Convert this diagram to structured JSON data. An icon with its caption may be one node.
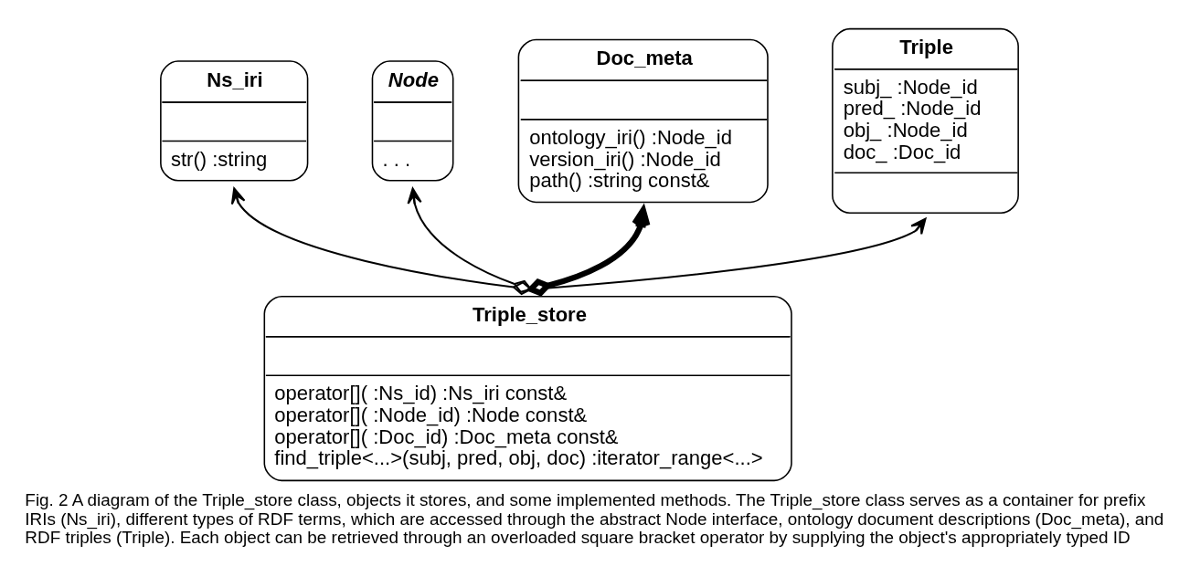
{
  "diagram": {
    "caption": "Fig. 2 A diagram of the Triple_store class, objects it stores, and some implemented methods. The Triple_store class serves as a container for prefix IRIs (Ns_iri), different types of RDF terms, which are accessed through the abstract Node interface, ontology document descriptions (Doc_meta), and RDF triples (Triple). Each object can be retrieved through an overloaded square bracket operator by supplying the object's appropriately typed ID",
    "nodes": [
      {
        "text": [
          "Ns_iri",
          "str() :string"
        ]
      },
      {
        "text": [
          "Node",
          ". . ."
        ]
      },
      {
        "text": [
          "Doc_meta",
          "ontology_iri() :Node_id",
          "version_iri() :Node_id",
          "path() :string const&"
        ]
      },
      {
        "text": [
          "Triple",
          "subj_ :Node_id",
          "pred_ :Node_id",
          "obj_ :Node_id",
          "doc_ :Doc_id"
        ]
      },
      {
        "text": [
          "Triple_store",
          "operator[]( :Ns_id) :Ns_iri const&",
          "operator[]( :Node_id) :Node const&",
          "operator[]( :Doc_id) :Doc_meta const&",
          "find_triple<...>(subj, pred, obj, doc) :iterator_range<...>"
        ]
      }
    ],
    "edges": [
      {
        "from": 4,
        "to": 0,
        "arrow": "to"
      },
      {
        "from": 4,
        "to": 1,
        "arrow": "to"
      },
      {
        "from": 4,
        "to": 2,
        "arrow": "to",
        "style": "thick"
      },
      {
        "from": 4,
        "to": 3,
        "arrow": "to"
      }
    ]
  }
}
